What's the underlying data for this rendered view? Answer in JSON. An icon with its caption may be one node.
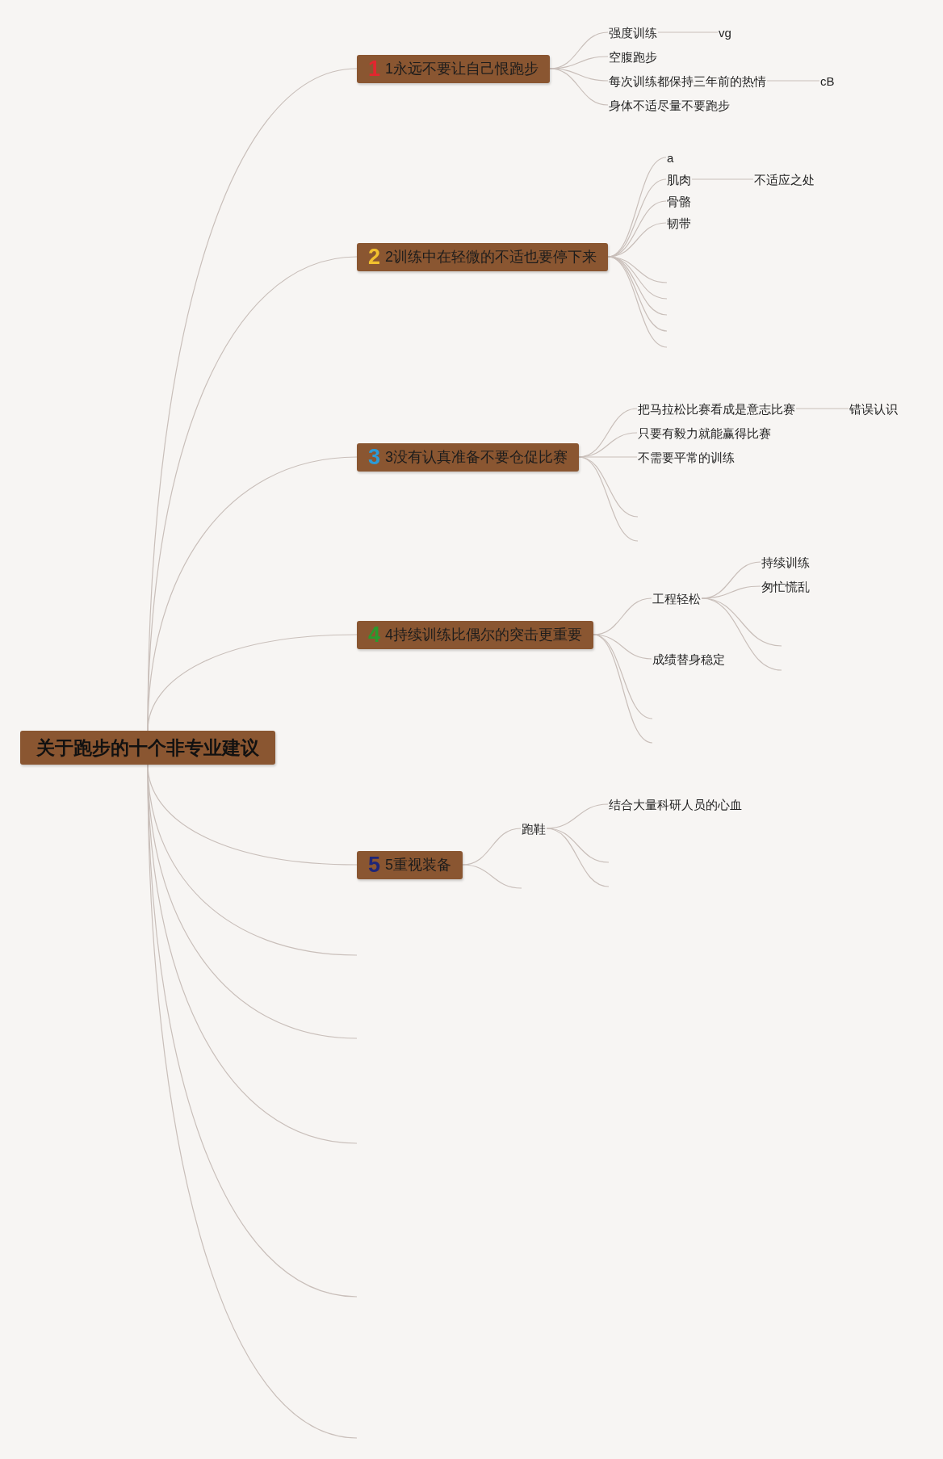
{
  "diagram": {
    "nodes": [
      {
        "text": [
          "关于跑步的十个非专业建议"
        ]
      },
      {
        "text": [
          "1",
          "1永远不要让自己恨跑步"
        ]
      },
      {
        "text": [
          "强度训练"
        ]
      },
      {
        "text": [
          "vg"
        ]
      },
      {
        "text": [
          "空腹跑步"
        ]
      },
      {
        "text": [
          "每次训练都保持三年前的热情"
        ]
      },
      {
        "text": [
          "cB"
        ]
      },
      {
        "text": [
          "身体不适尽量不要跑步"
        ]
      },
      {
        "text": [
          "2",
          "2训练中在轻微的不适也要停下来"
        ]
      },
      {
        "text": [
          "a"
        ]
      },
      {
        "text": [
          "肌肉"
        ]
      },
      {
        "text": [
          "不适应之处"
        ]
      },
      {
        "text": [
          "骨骼"
        ]
      },
      {
        "text": [
          "韧带"
        ]
      },
      {
        "text": [
          "3",
          "3没有认真准备不要仓促比赛"
        ]
      },
      {
        "text": [
          "把马拉松比赛看成是意志比赛"
        ]
      },
      {
        "text": [
          "错误认识"
        ]
      },
      {
        "text": [
          "只要有毅力就能赢得比赛"
        ]
      },
      {
        "text": [
          "不需要平常的训练"
        ]
      },
      {
        "text": [
          "4",
          "4持续训练比偶尔的突击更重要"
        ]
      },
      {
        "text": [
          "工程轻松"
        ]
      },
      {
        "text": [
          "持续训练"
        ]
      },
      {
        "text": [
          "匆忙慌乱"
        ]
      },
      {
        "text": [
          "成绩替身稳定"
        ]
      },
      {
        "text": [
          "5",
          "5重视装备"
        ]
      },
      {
        "text": [
          "跑鞋"
        ]
      },
      {
        "text": [
          "结合大量科研人员的心血"
        ]
      }
    ],
    "edges": [
      {
        "from": 0,
        "to": 1,
        "arrow": "none"
      },
      {
        "from": 1,
        "to": 2,
        "arrow": "none"
      },
      {
        "from": 2,
        "to": 3,
        "arrow": "none"
      },
      {
        "from": 1,
        "to": 4,
        "arrow": "none"
      },
      {
        "from": 1,
        "to": 5,
        "arrow": "none"
      },
      {
        "from": 5,
        "to": 6,
        "arrow": "none"
      },
      {
        "from": 1,
        "to": 7,
        "arrow": "none"
      },
      {
        "from": 0,
        "to": 8,
        "arrow": "none"
      },
      {
        "from": 8,
        "to": 9,
        "arrow": "none"
      },
      {
        "from": 8,
        "to": 10,
        "arrow": "none"
      },
      {
        "from": 10,
        "to": 11,
        "arrow": "none"
      },
      {
        "from": 8,
        "to": 12,
        "arrow": "none"
      },
      {
        "from": 8,
        "to": 13,
        "arrow": "none"
      },
      {
        "from": 8,
        "to": null,
        "arrow": "none"
      },
      {
        "from": 8,
        "to": null,
        "arrow": "none"
      },
      {
        "from": 8,
        "to": null,
        "arrow": "none"
      },
      {
        "from": 8,
        "to": null,
        "arrow": "none"
      },
      {
        "from": 8,
        "to": null,
        "arrow": "none"
      },
      {
        "from": 0,
        "to": 14,
        "arrow": "none"
      },
      {
        "from": 14,
        "to": 15,
        "arrow": "none"
      },
      {
        "from": 15,
        "to": 16,
        "arrow": "none"
      },
      {
        "from": 14,
        "to": 17,
        "arrow": "none"
      },
      {
        "from": 14,
        "to": 18,
        "arrow": "none"
      },
      {
        "from": 14,
        "to": null,
        "arrow": "none"
      },
      {
        "from": 14,
        "to": null,
        "arrow": "none"
      },
      {
        "from": 0,
        "to": 19,
        "arrow": "none"
      },
      {
        "from": 19,
        "to": 20,
        "arrow": "none"
      },
      {
        "from": 20,
        "to": 21,
        "arrow": "none"
      },
      {
        "from": 20,
        "to": 22,
        "arrow": "none"
      },
      {
        "from": 20,
        "to": null,
        "arrow": "none"
      },
      {
        "from": 20,
        "to": null,
        "arrow": "none"
      },
      {
        "from": 19,
        "to": 23,
        "arrow": "none"
      },
      {
        "from": 19,
        "to": null,
        "arrow": "none"
      },
      {
        "from": 19,
        "to": null,
        "arrow": "none"
      },
      {
        "from": 0,
        "to": 24,
        "arrow": "none"
      },
      {
        "from": 24,
        "to": 25,
        "arrow": "none"
      },
      {
        "from": 25,
        "to": 26,
        "arrow": "none"
      },
      {
        "from": 25,
        "to": null,
        "arrow": "none"
      },
      {
        "from": 25,
        "to": null,
        "arrow": "none"
      },
      {
        "from": 24,
        "to": null,
        "arrow": "none"
      },
      {
        "from": 0,
        "to": null,
        "arrow": "none"
      },
      {
        "from": 0,
        "to": null,
        "arrow": "none"
      },
      {
        "from": 0,
        "to": null,
        "arrow": "none"
      },
      {
        "from": 0,
        "to": null,
        "arrow": "none"
      },
      {
        "from": 0,
        "to": null,
        "arrow": "none"
      }
    ]
  }
}
